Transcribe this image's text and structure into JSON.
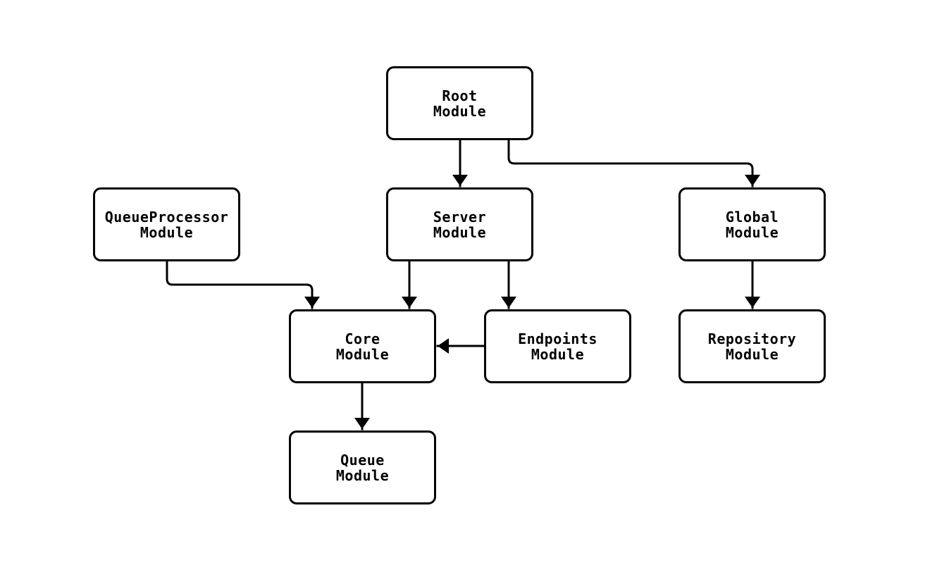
{
  "diagram": {
    "type": "flowchart",
    "background_color": "#ffffff",
    "node_fill_color": "#ffffff",
    "node_border_color": "#000000",
    "edge_color": "#000000",
    "text_color": "#000000",
    "nodes": [
      {
        "id": "root",
        "line1": "Root",
        "line2": "Module"
      },
      {
        "id": "server",
        "line1": "Server",
        "line2": "Module"
      },
      {
        "id": "global",
        "line1": "Global",
        "line2": "Module"
      },
      {
        "id": "queueprocessor",
        "line1": "QueueProcessor",
        "line2": "Module"
      },
      {
        "id": "core",
        "line1": "Core",
        "line2": "Module"
      },
      {
        "id": "endpoints",
        "line1": "Endpoints",
        "line2": "Module"
      },
      {
        "id": "repository",
        "line1": "Repository",
        "line2": "Module"
      },
      {
        "id": "queue",
        "line1": "Queue",
        "line2": "Module"
      }
    ],
    "edges": [
      {
        "from": "root",
        "to": "server"
      },
      {
        "from": "root",
        "to": "global"
      },
      {
        "from": "queueprocessor",
        "to": "core"
      },
      {
        "from": "server",
        "to": "core"
      },
      {
        "from": "server",
        "to": "endpoints"
      },
      {
        "from": "endpoints",
        "to": "core"
      },
      {
        "from": "global",
        "to": "repository"
      },
      {
        "from": "core",
        "to": "queue"
      }
    ]
  }
}
